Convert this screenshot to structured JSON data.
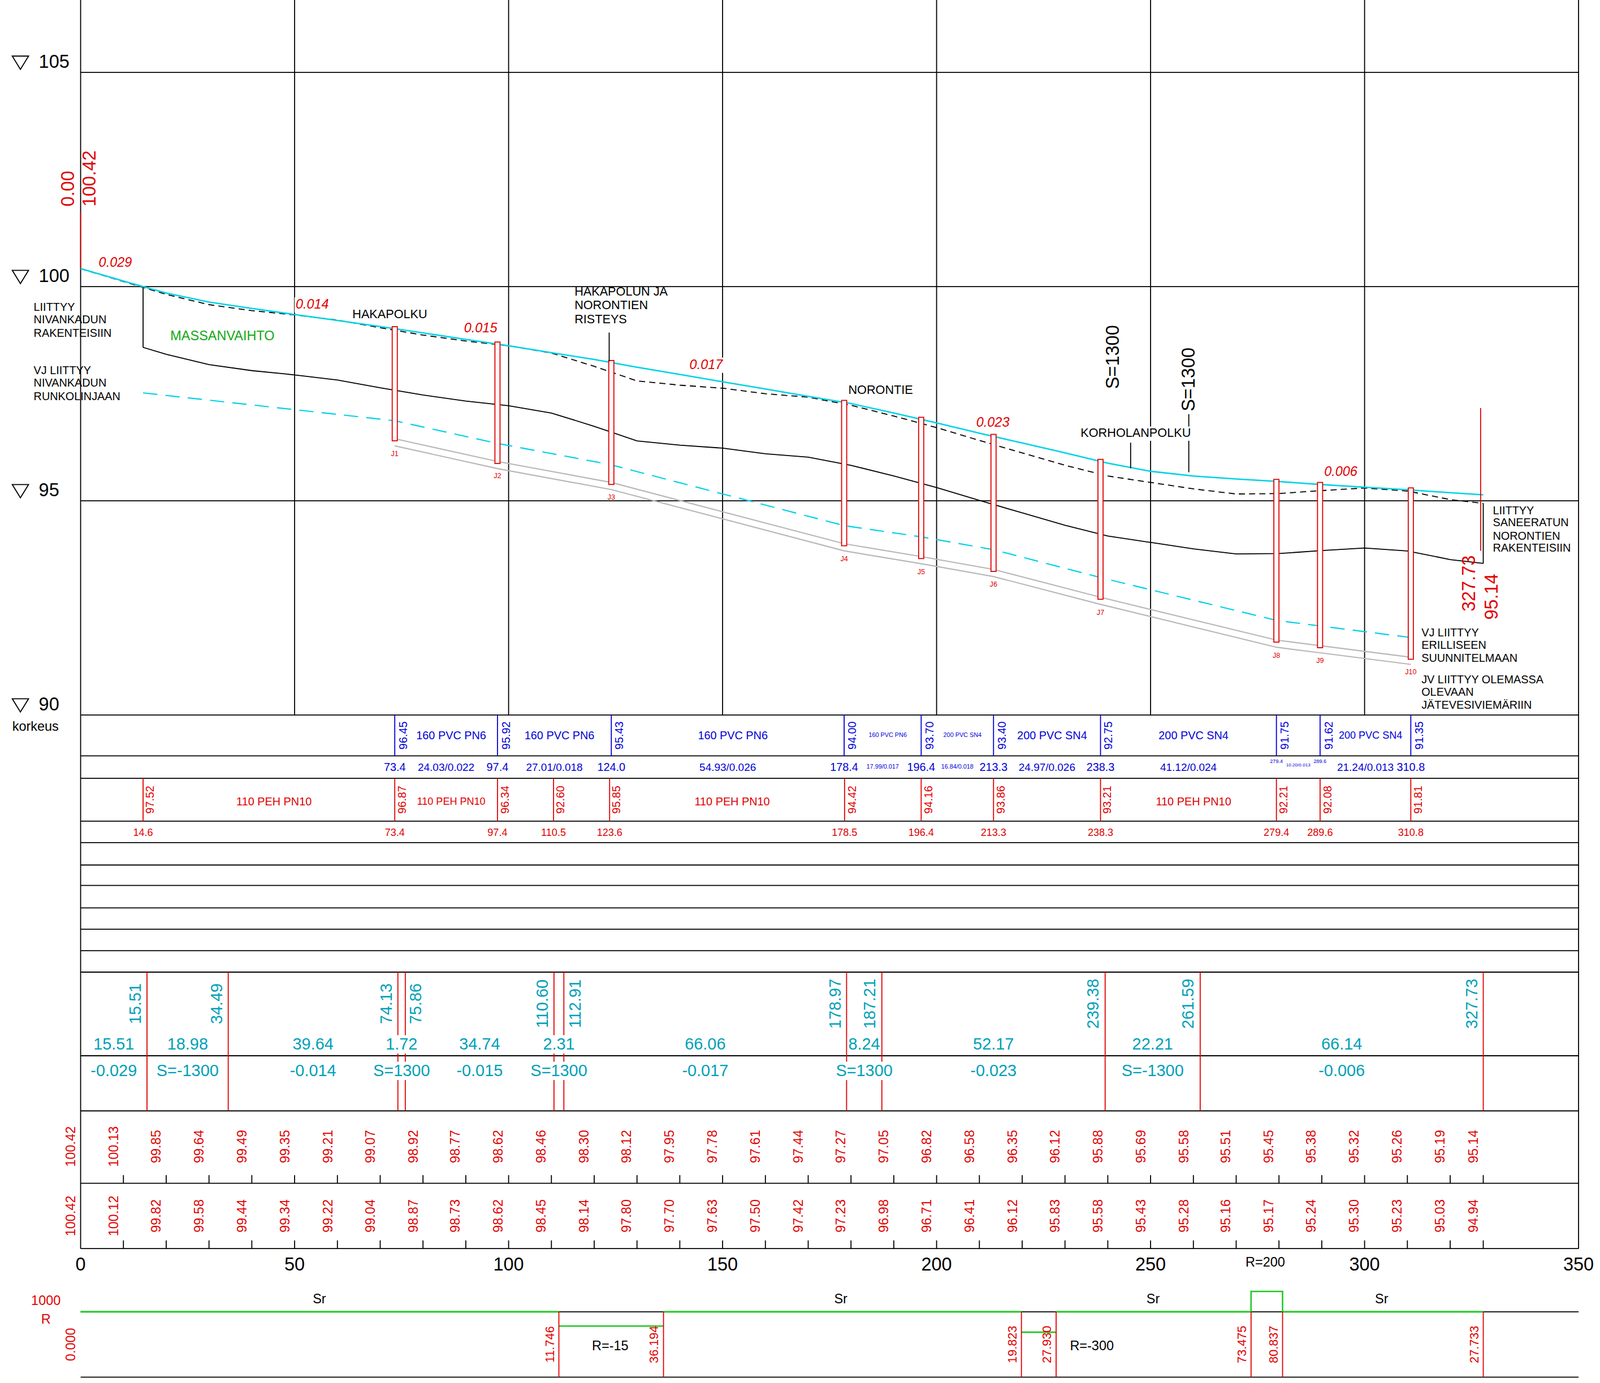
{
  "diagram": {
    "labels": [
      "105",
      "100",
      "95",
      "90",
      "korkeus",
      "0.00",
      "100.42",
      "327.73",
      "95.14",
      "0.029",
      "0.014",
      "0.015",
      "0.017",
      "0.023",
      "0.006",
      "HAKAPOLKU",
      "HAKAPOLUN JA NORONTIEN RISTEYS",
      "NORONTIE",
      "KORHOLANPOLKU",
      "S=1300",
      "S=1300",
      "MASSANVAIHTO",
      "LIITTYY NIVANKADUN RAKENTEISIIN",
      "VJ LIITTYY NIVANKADUN RUNKOLINJAAN",
      "LIITTYY SANEERATUN NORONTIEN RAKENTEISIIN",
      "VJ LIITTYY ERILLISEEN SUUNNITELMAAN",
      "JV LIITTYY OLEMASSA OLEVAAN JÄTEVESIVIEMÄRIIN",
      "J1",
      "J2",
      "J3",
      "J4",
      "J5",
      "J6",
      "J7",
      "J8",
      "J9",
      "J10",
      "96.45",
      "95.92",
      "95.43",
      "94.00",
      "93.70",
      "93.40",
      "92.75",
      "91.75",
      "91.62",
      "91.35",
      "160 PVC PN6",
      "160 PVC PN6",
      "160 PVC PN6",
      "160 PVC PN6",
      "200 PVC SN4",
      "200 PVC SN4",
      "200 PVC SN4",
      "200 PVC SN4",
      "73.4",
      "24.03/0.022",
      "97.4",
      "27.01/0.018",
      "124.0",
      "54.93/0.026",
      "178.4",
      "17.99/0.017",
      "196.4",
      "16.84/0.018",
      "213.3",
      "24.97/0.026",
      "238.3",
      "41.12/0.024",
      "279.4",
      "10.20/0.013",
      "289.6",
      "21.24/0.013",
      "310.8",
      "97.52",
      "96.87",
      "96.34",
      "92.60",
      "95.85",
      "94.42",
      "94.16",
      "93.86",
      "93.21",
      "92.21",
      "92.08",
      "91.81",
      "110 PEH PN10",
      "110 PEH PN10",
      "110 PEH PN10",
      "110 PEH PN10",
      "14.6",
      "73.4",
      "97.4",
      "110.5",
      "123.6",
      "178.5",
      "196.4",
      "213.3",
      "238.3",
      "279.4",
      "289.6",
      "310.8",
      "15.51",
      "34.49",
      "74.13",
      "75.86",
      "110.60",
      "112.91",
      "178.97",
      "187.21",
      "239.38",
      "261.59",
      "327.73",
      "15.51",
      "-0.029",
      "18.98",
      "S=-1300",
      "39.64",
      "-0.014",
      "1.72",
      "S=1300",
      "34.74",
      "-0.015",
      "2.31",
      "S=1300",
      "66.06",
      "-0.017",
      "8.24",
      "S=1300",
      "52.17",
      "-0.023",
      "22.21",
      "S=-1300",
      "66.14",
      "-0.006",
      "100.42",
      "100.13",
      "99.85",
      "99.64",
      "99.49",
      "99.35",
      "99.21",
      "99.07",
      "98.92",
      "98.77",
      "98.62",
      "98.46",
      "98.30",
      "98.12",
      "97.95",
      "97.78",
      "97.61",
      "97.44",
      "97.27",
      "97.05",
      "96.82",
      "96.58",
      "96.35",
      "96.12",
      "95.88",
      "95.69",
      "95.58",
      "95.51",
      "95.45",
      "95.38",
      "95.32",
      "95.26",
      "95.19",
      "95.14",
      "100.42",
      "100.12",
      "99.82",
      "99.58",
      "99.44",
      "99.34",
      "99.22",
      "99.04",
      "98.87",
      "98.73",
      "98.62",
      "98.45",
      "98.14",
      "97.80",
      "97.70",
      "97.63",
      "97.50",
      "97.42",
      "97.23",
      "96.98",
      "96.71",
      "96.41",
      "96.12",
      "95.83",
      "95.58",
      "95.43",
      "95.28",
      "95.16",
      "95.17",
      "95.24",
      "95.30",
      "95.23",
      "95.03",
      "94.94",
      "0",
      "50",
      "100",
      "150",
      "200",
      "250",
      "300",
      "350",
      "R=200",
      "1000",
      "R",
      "0.000",
      "Sr",
      "Sr",
      "Sr",
      "Sr",
      "R=-15",
      "R=-300",
      "11.746",
      "36.194",
      "19.823",
      "27.930",
      "73.475",
      "80.837",
      "27.733"
    ]
  }
}
